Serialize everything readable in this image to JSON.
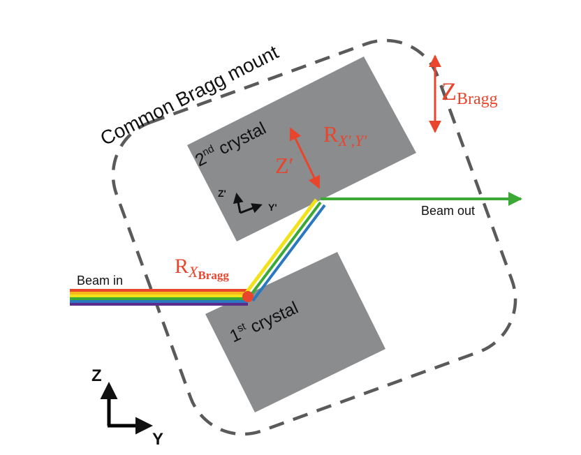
{
  "diagram": {
    "mount_label": "Common Bragg mount",
    "crystal2": {
      "prefix": "2",
      "sup": "nd",
      "word": " crystal"
    },
    "crystal1": {
      "prefix": "1",
      "sup": "st",
      "word": " crystal"
    },
    "beam_in_label": "Beam in",
    "beam_out_label": "Beam out",
    "local_axes": {
      "z": "Z'",
      "y": "Y'"
    },
    "global_axes": {
      "z": "Z",
      "y": "Y"
    },
    "z_bragg": {
      "main": "Z",
      "sub": "Bragg"
    },
    "z_prime": "Z′",
    "r_xy": {
      "main": "R",
      "sub": "X′,Y′"
    },
    "rx_bragg": {
      "main": "R",
      "sub": "X",
      "subsub": "Bragg"
    }
  },
  "colors": {
    "annotation": "#e8452c",
    "crystal": "#8a8c8e",
    "mount_outline": "#5a5a5a",
    "beam_out": "#3aaa35",
    "beam_in": [
      "#e8452c",
      "#f7b81a",
      "#f2e21a",
      "#3aaa35",
      "#2a78c2",
      "#5a2d8c"
    ],
    "rotation_point": "#e8452c"
  }
}
